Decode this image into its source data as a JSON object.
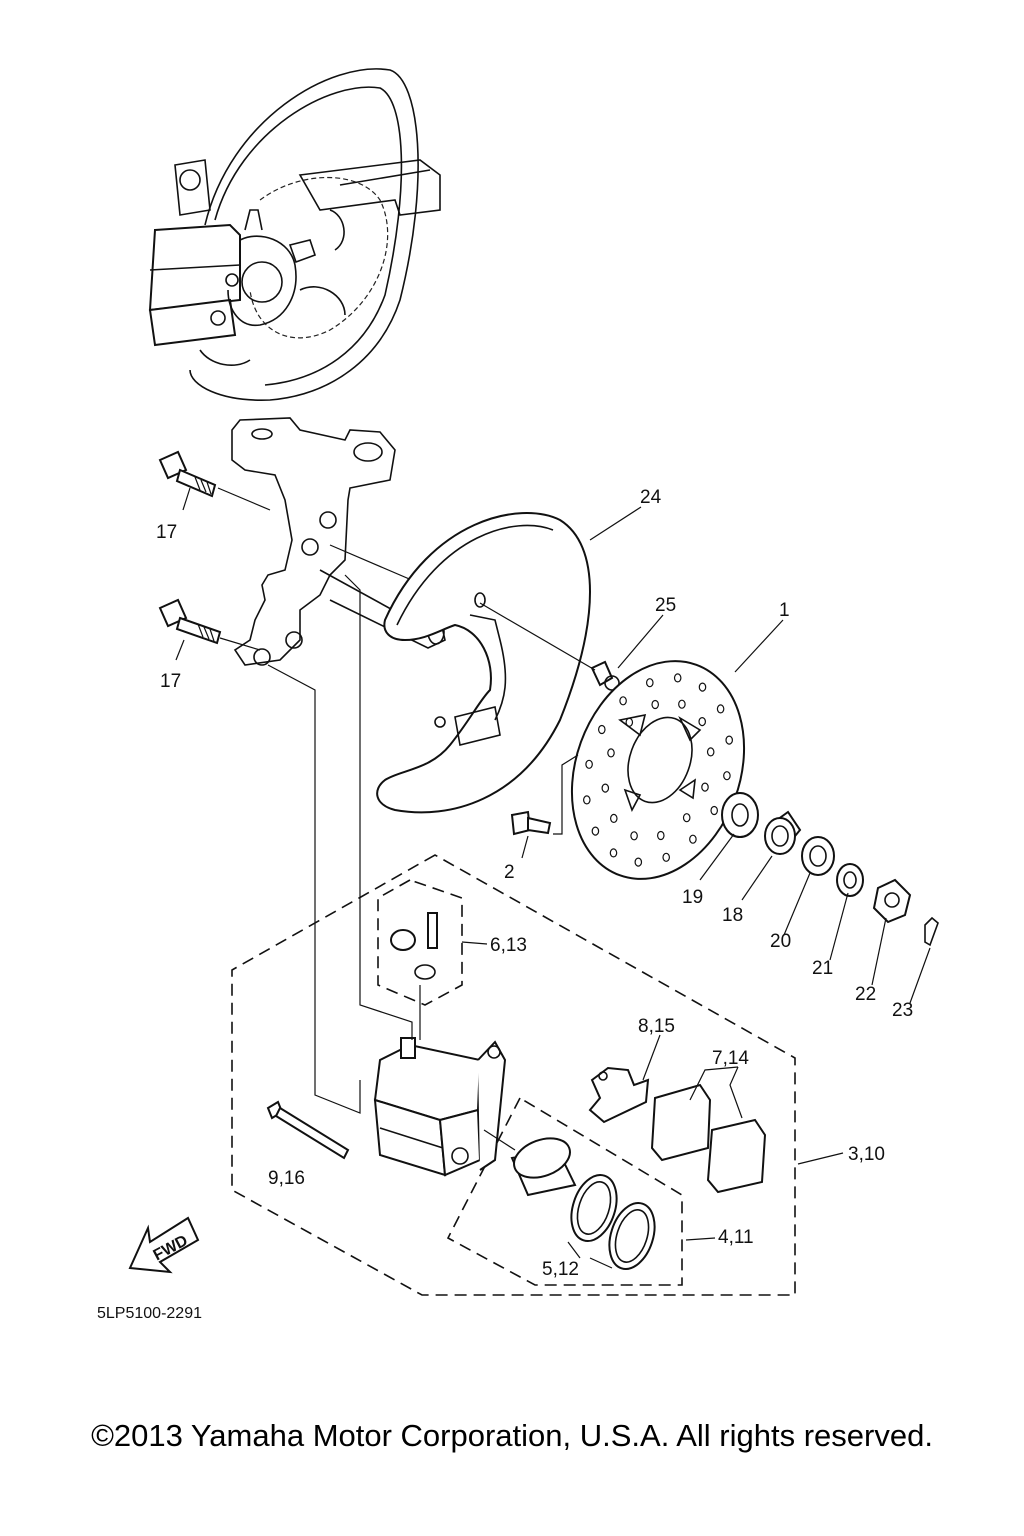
{
  "diagram_code": "5LP5100-2291",
  "copyright": "©2013 Yamaha Motor Corporation, U.S.A. All rights reserved.",
  "fwd_label": "FWD",
  "callouts": {
    "c1": "1",
    "c2": "2",
    "c3_10": "3,10",
    "c4_11": "4,11",
    "c5_12": "5,12",
    "c6_13": "6,13",
    "c7_14": "7,14",
    "c8_15": "8,15",
    "c9_16": "9,16",
    "c17a": "17",
    "c17b": "17",
    "c18": "18",
    "c19": "19",
    "c20": "20",
    "c21": "21",
    "c22": "22",
    "c23": "23",
    "c24": "24",
    "c25": "25"
  }
}
